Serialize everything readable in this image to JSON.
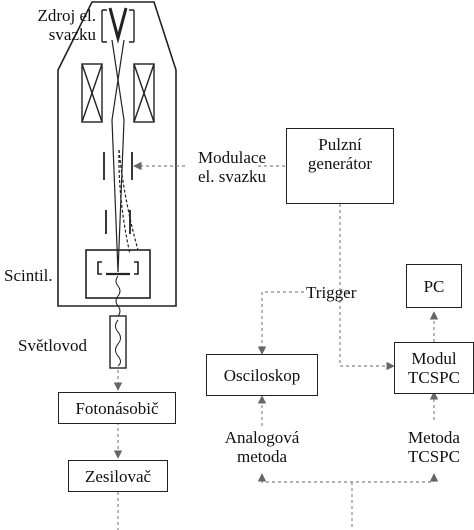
{
  "labels": {
    "source_line1": "Zdroj el.",
    "source_line2": "svazku",
    "modulation_line1": "Modulace",
    "modulation_line2": "el. svazku",
    "scintillator": "Scintil.",
    "lightguide": "Světlovod",
    "trigger": "Trigger",
    "analog_line1": "Analogová",
    "analog_line2": "metoda",
    "tcspc_method_line1": "Metoda",
    "tcspc_method_line2": "TCSPC"
  },
  "boxes": {
    "pulse_generator_line1": "Pulzní",
    "pulse_generator_line2": "generátor",
    "pc": "PC",
    "tcspc_module_line1": "Modul",
    "tcspc_module_line2": "TCSPC",
    "oscilloscope": "Osciloskop",
    "photomultiplier": "Fotonásobič",
    "amplifier": "Zesilovač"
  },
  "colors": {
    "line": "#222222",
    "dashed": "#888888",
    "arrow": "#666666"
  }
}
